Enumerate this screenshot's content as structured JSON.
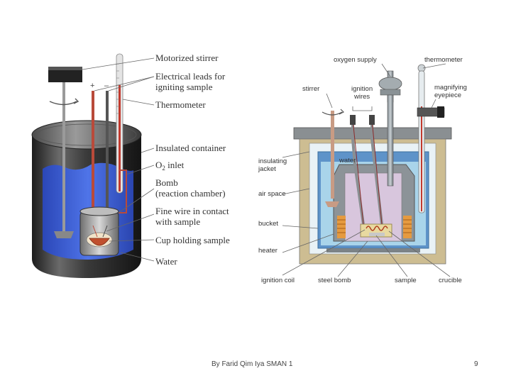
{
  "left_diagram": {
    "labels": {
      "stirrer": "Motorized stirrer",
      "leads_1": "Electrical leads for",
      "leads_2": "igniting sample",
      "thermometer": "Thermometer",
      "container": "Insulated container",
      "o2_main": "O",
      "o2_sub": "2",
      "o2_rest": " inlet",
      "bomb_1": "Bomb",
      "bomb_2": "(reaction chamber)",
      "wire_1": "Fine wire in contact",
      "wire_2": "with sample",
      "cup": "Cup holding sample",
      "water": "Water"
    },
    "plus": "+",
    "minus": "–"
  },
  "right_diagram": {
    "labels": {
      "oxygen": "oxygen supply",
      "thermometer": "thermometer",
      "stirrer": "stirrer",
      "ignition_1": "ignition",
      "ignition_2": "wires",
      "magnify_1": "magnifying",
      "magnify_2": "eyepiece",
      "water": "water",
      "jacket_1": "insulating",
      "jacket_2": "jacket",
      "air": "air space",
      "bucket": "bucket",
      "heater": "heater",
      "coil": "ignition coil",
      "bomb": "steel bomb",
      "sample": "sample",
      "crucible": "crucible"
    }
  },
  "footer": {
    "author": "By Farid Qim Iya SMAN 1",
    "page": "9"
  },
  "colors": {
    "water_blue": "#3f63d8",
    "bucket_water": "#a9d4ea",
    "jacket": "#cdbd92",
    "bomb_gray": "#8c9398"
  }
}
